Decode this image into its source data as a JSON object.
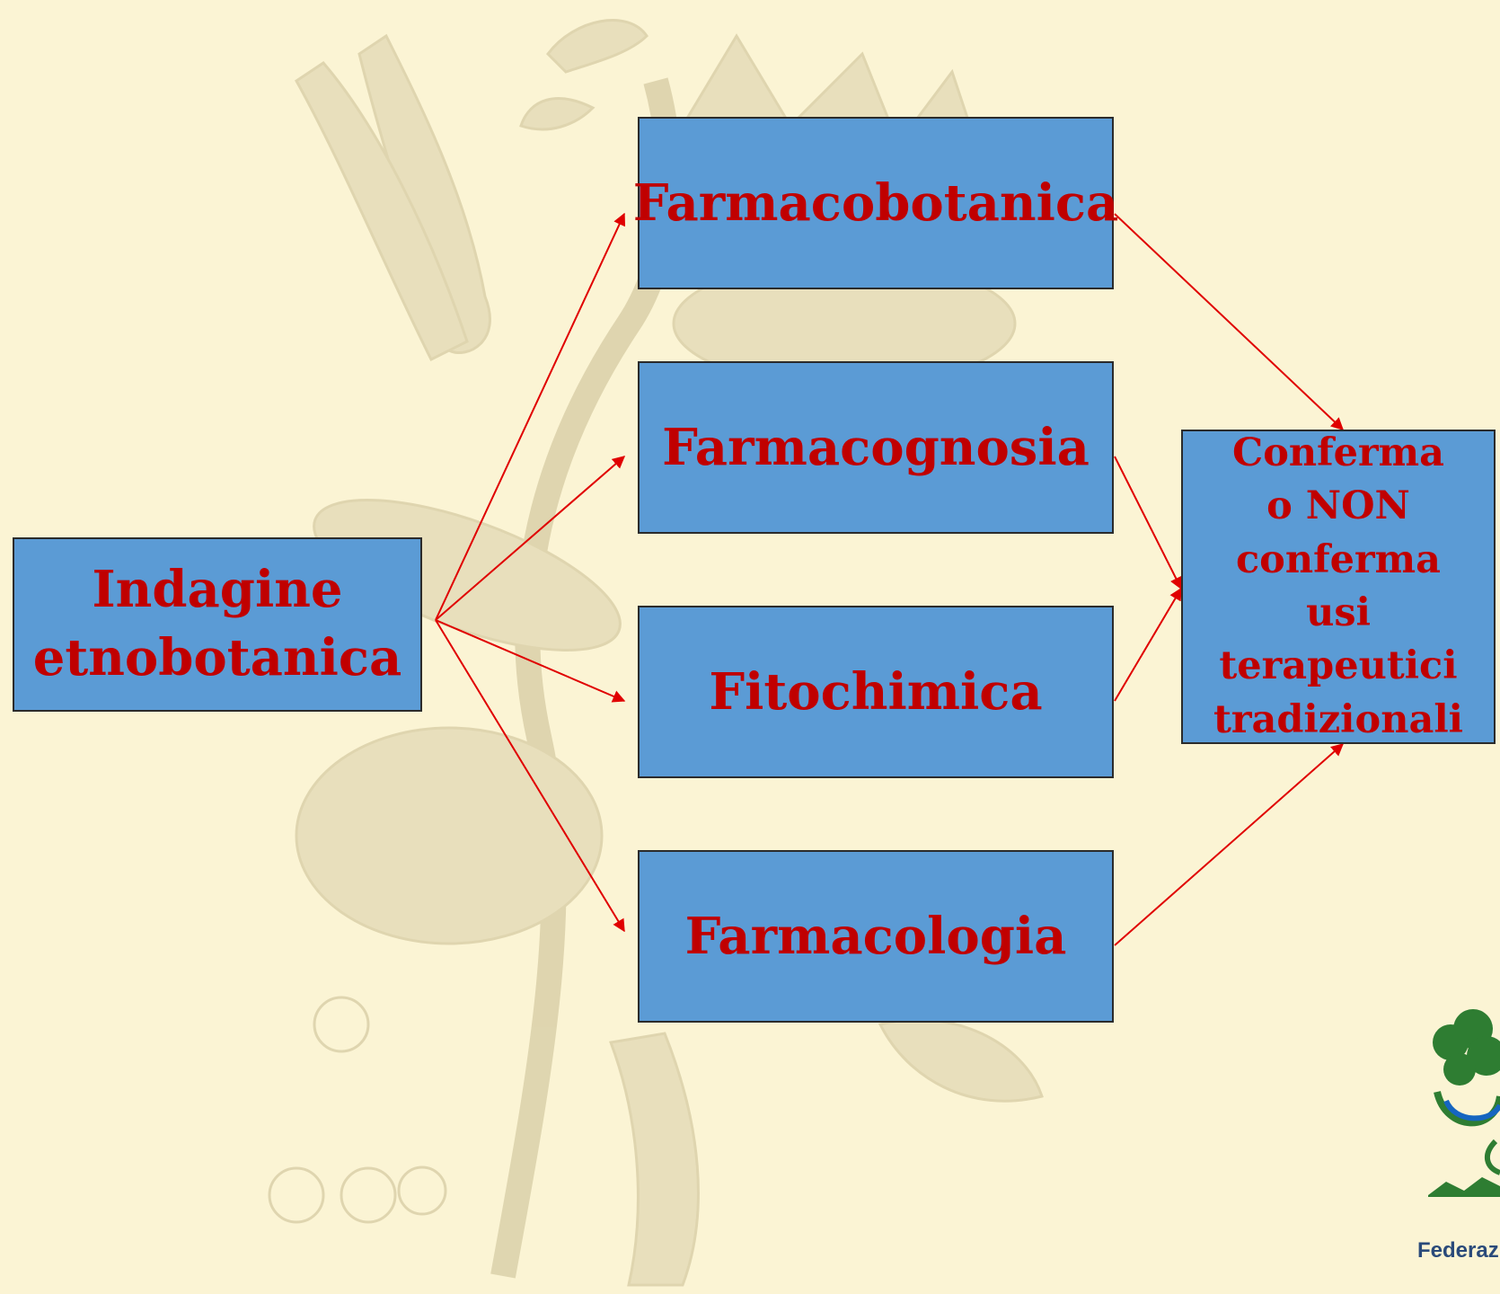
{
  "colors": {
    "background": "#fbf4d4",
    "box_fill": "#5b9bd5",
    "box_text": "#c00000",
    "arrow": "#e00000"
  },
  "nodes": {
    "source": {
      "lines": [
        "Indagine",
        "etnobotanica"
      ]
    },
    "middle": [
      {
        "label": "Farmacobotanica"
      },
      {
        "label": "Farmacognosia"
      },
      {
        "label": "Fitochimica"
      },
      {
        "label": "Farmacologia"
      }
    ],
    "result": {
      "lines": [
        "Conferma",
        "o NON",
        "conferma",
        "usi terapeutici",
        "tradizionali"
      ]
    }
  },
  "logo": {
    "icon": "plant-emblem-icon",
    "caption": "Federaz"
  }
}
